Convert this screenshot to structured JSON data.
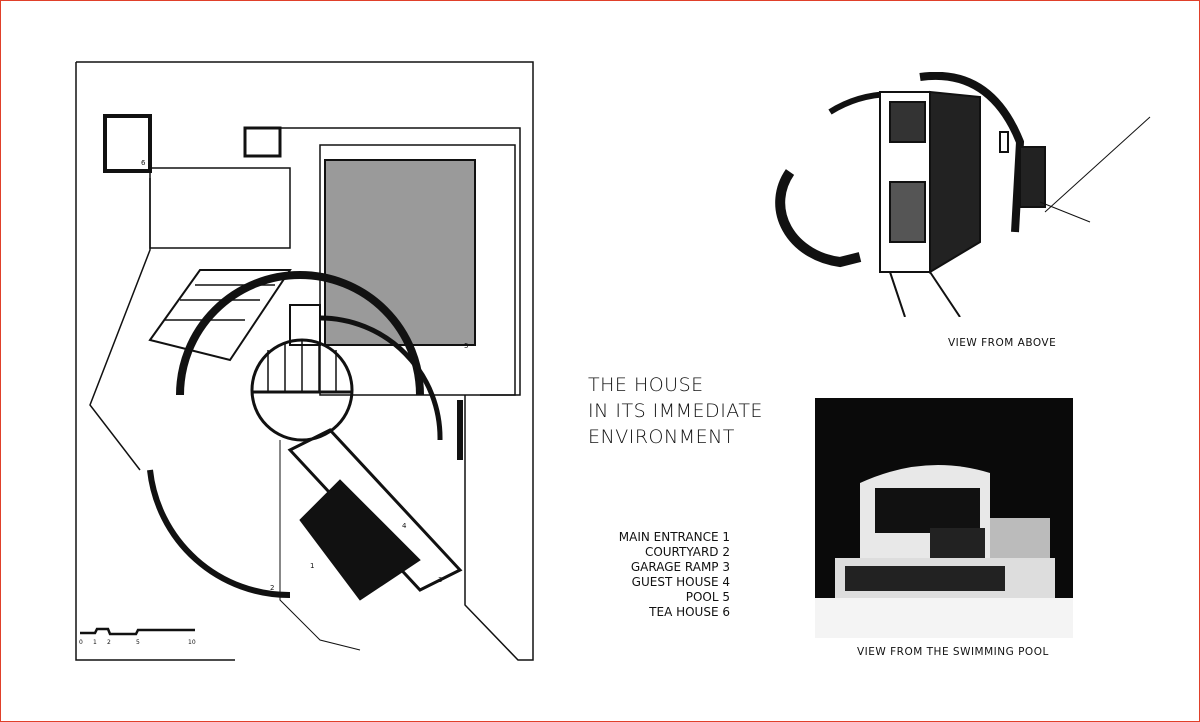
{
  "title": [
    "THE HOUSE",
    "IN ITS IMMEDIATE",
    "ENVIRONMENT"
  ],
  "legend": [
    "MAIN ENTRANCE 1",
    "COURTYARD 2",
    "GARAGE RAMP 3",
    "GUEST HOUSE 4",
    "POOL 5",
    "TEA HOUSE 6"
  ],
  "plan_labels": [
    "1",
    "2",
    "3",
    "4",
    "5",
    "6"
  ],
  "scale_labels": [
    "0",
    "1",
    "2",
    "5",
    "10"
  ],
  "captions": {
    "above": "VIEW FROM ABOVE",
    "pool": "VIEW FROM THE SWIMMING POOL"
  },
  "colors": {
    "border": "#e0402a",
    "ink": "#111111",
    "pool": "#9a9a9a"
  }
}
